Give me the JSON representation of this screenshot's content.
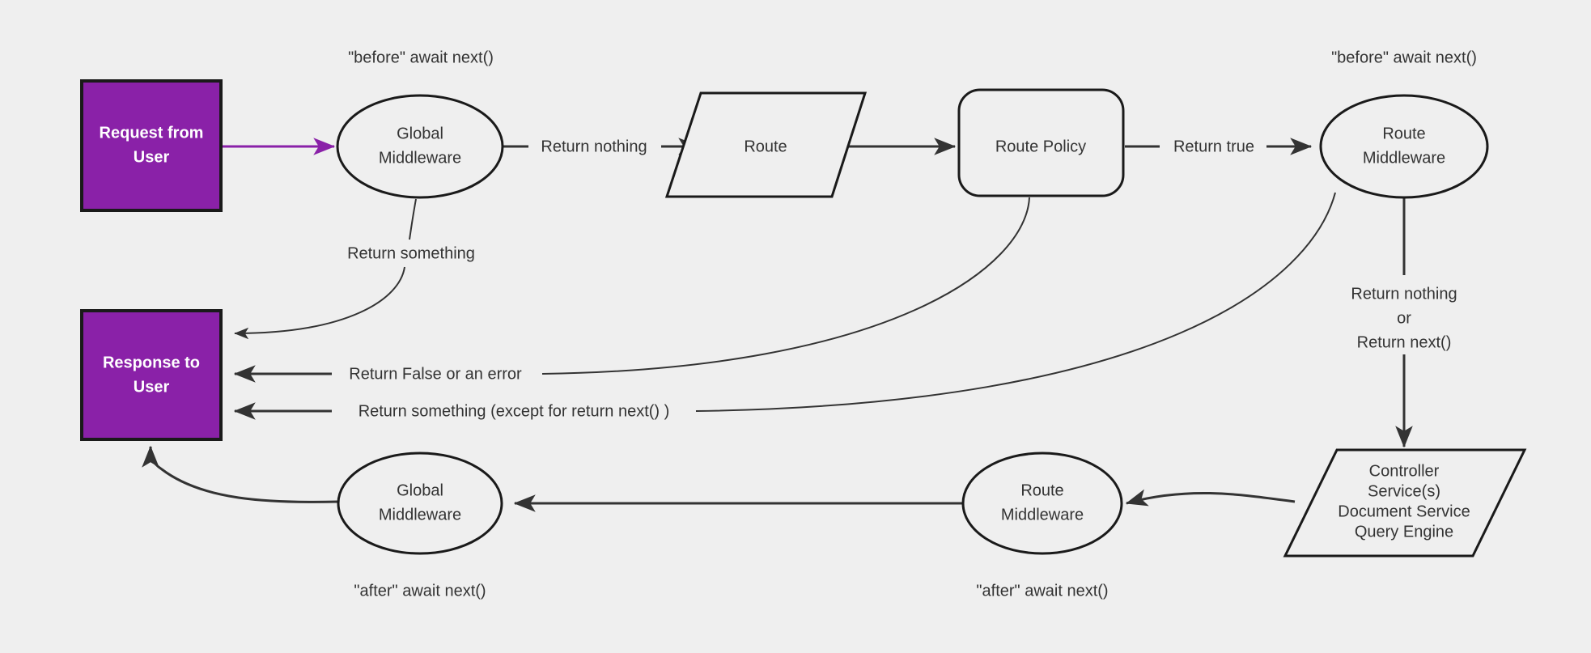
{
  "diagram": {
    "background_color": "#efefef",
    "accent_color": "#8a21a8",
    "stroke_color": "#333333",
    "nodes": {
      "request_terminal": {
        "line1": "Request from",
        "line2": "User"
      },
      "response_terminal": {
        "line1": "Response to",
        "line2": "User"
      },
      "global_middleware_top": {
        "line1": "Global",
        "line2": "Middleware"
      },
      "route": {
        "label": "Route"
      },
      "route_policy": {
        "label": "Route Policy"
      },
      "route_middleware_top": {
        "line1": "Route",
        "line2": "Middleware"
      },
      "controller": {
        "line1": "Controller",
        "line2": "Service(s)",
        "line3": "Document Service",
        "line4": "Query Engine"
      },
      "route_middleware_bottom": {
        "line1": "Route",
        "line2": "Middleware"
      },
      "global_middleware_bottom": {
        "line1": "Global",
        "line2": "Middleware"
      }
    },
    "annotations": {
      "before_global": "\"before\" await next()",
      "before_route_mw": "\"before\" await next()",
      "after_global": "\"after\" await next()",
      "after_route_mw": "\"after\" await next()"
    },
    "edge_labels": {
      "return_nothing": "Return nothing",
      "return_true": "Return true",
      "return_something_global": "Return something",
      "return_false_or_error": "Return False or an error",
      "return_something_except": "Return something (except for return next() )",
      "return_nothing_or_next_l1": "Return nothing",
      "return_nothing_or_next_l2": "or",
      "return_nothing_or_next_l3": "Return next()"
    }
  }
}
